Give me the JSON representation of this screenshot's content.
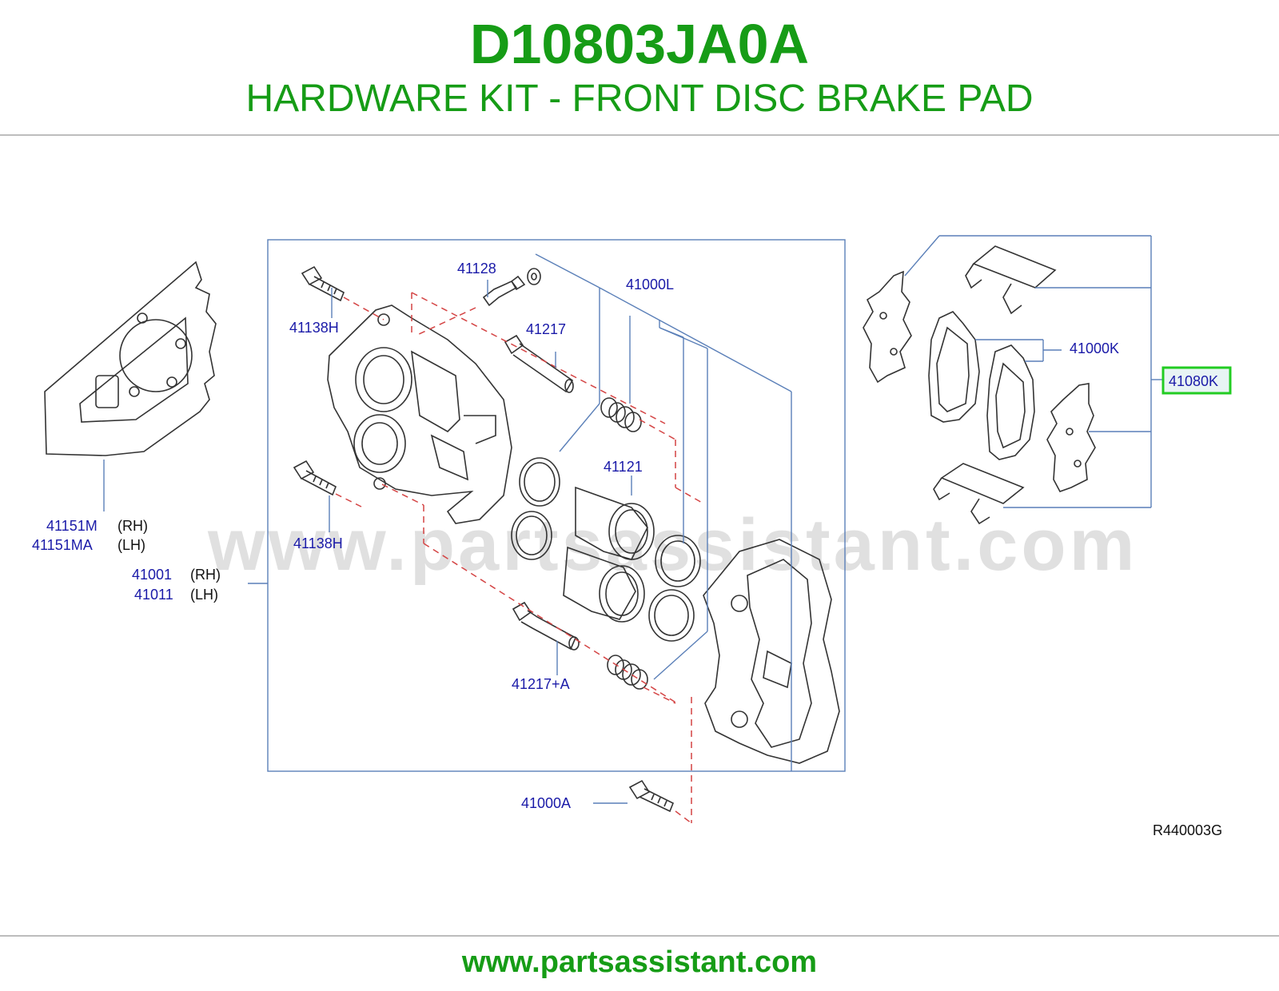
{
  "header": {
    "part_number": "D10803JA0A",
    "description": "HARDWARE KIT - FRONT DISC BRAKE PAD"
  },
  "colors": {
    "brand_green": "#169c16",
    "callout_blue": "#1a1aa8",
    "highlight_green": "#22cc22",
    "highlight_fill": "#e8f4f4",
    "line_blue": "#5a7fb8",
    "dash_red": "#d44444"
  },
  "diagram": {
    "callouts": {
      "p41128": "41128",
      "p41000L": "41000L",
      "p41138H_top": "41138H",
      "p41217": "41217",
      "p41121": "41121",
      "p41138H_bottom": "41138H",
      "p41151M": "41151M",
      "p41151M_side": "(RH)",
      "p41151MA": "41151MA",
      "p41151MA_side": "(LH)",
      "p41001": "41001",
      "p41001_side": "(RH)",
      "p41011": "41011",
      "p41011_side": "(LH)",
      "p41217A": "41217+A",
      "p41000A": "41000A",
      "p41000K": "41000K",
      "p41080K": "41080K"
    },
    "reference_code": "R440003G",
    "watermark": "www.partsassistant.com"
  },
  "footer": {
    "url": "www.partsassistant.com"
  }
}
